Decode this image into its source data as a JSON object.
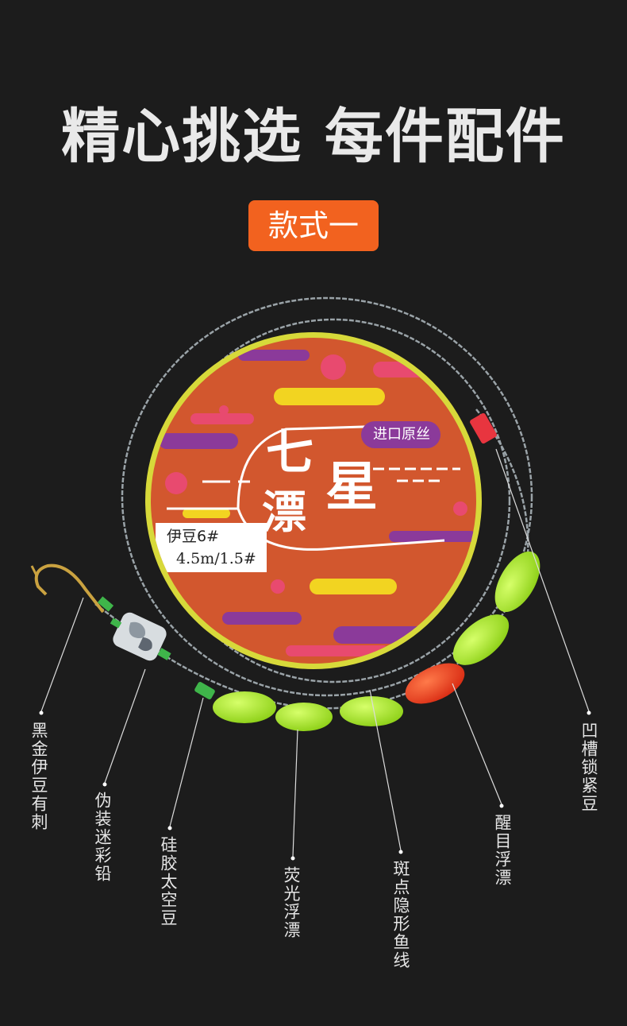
{
  "headline": "精心挑选 每件配件",
  "style_badge": "款式一",
  "spool": {
    "tag": "进口原丝",
    "brand_line1": "七",
    "brand_line2": "星",
    "brand_line3": "漂",
    "spec_line1": "伊豆6#",
    "spec_line2": "4.5m/1.5#"
  },
  "callouts": [
    {
      "id": "hook",
      "text": "黑金伊豆有刺"
    },
    {
      "id": "sinker",
      "text": "伪装迷彩铅"
    },
    {
      "id": "silicone",
      "text": "硅胶太空豆"
    },
    {
      "id": "glow-float",
      "text": "荧光浮漂"
    },
    {
      "id": "line",
      "text": "斑点隐形鱼线"
    },
    {
      "id": "bright-float",
      "text": "醒目浮漂"
    },
    {
      "id": "lock-bean",
      "text": "凹槽锁紧豆"
    }
  ],
  "colors": {
    "background": "#1c1c1c",
    "badge": "#f2621f",
    "spool_face": "#d2572e",
    "spool_rim": "#d7d93a",
    "glow_float": "#a8e52a",
    "bright_float": "#e8401f"
  },
  "icons": [
    "hook-icon",
    "sinker-icon",
    "float-icon",
    "spool-icon"
  ]
}
